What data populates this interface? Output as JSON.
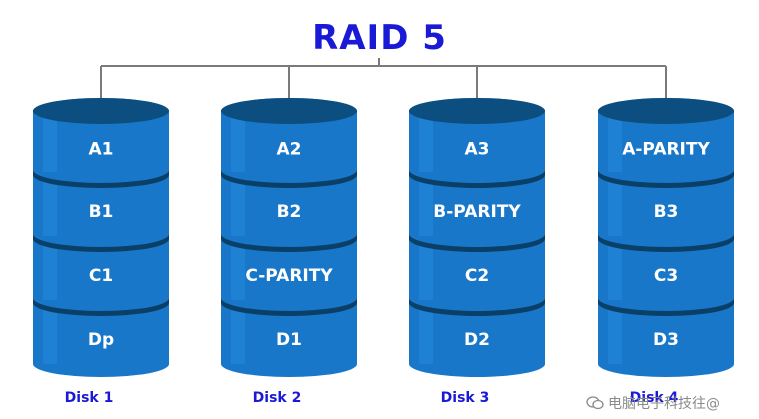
{
  "title": "RAID 5",
  "colors": {
    "title": "#1a1ad6",
    "connector": "#7a7a7a",
    "disk_body": "#1877c9",
    "disk_top": "#0c4e7f",
    "disk_band": "#0a3f68",
    "disk_highlight": "#2b96e6",
    "block_text": "#ffffff",
    "disk_label": "#1a1ad6"
  },
  "disks": [
    {
      "label": "Disk 1",
      "blocks": [
        "A1",
        "B1",
        "C1",
        "Dp"
      ]
    },
    {
      "label": "Disk 2",
      "blocks": [
        "A2",
        "B2",
        "C-PARITY",
        "D1"
      ]
    },
    {
      "label": "Disk 3",
      "blocks": [
        "A3",
        "B-PARITY",
        "C2",
        "D2"
      ]
    },
    {
      "label": "Disk 4",
      "blocks": [
        "A-PARITY",
        "B3",
        "C3",
        "D3"
      ]
    }
  ],
  "watermark": {
    "text": "电脑电子科技往@",
    "icon": "wechat-icon"
  }
}
